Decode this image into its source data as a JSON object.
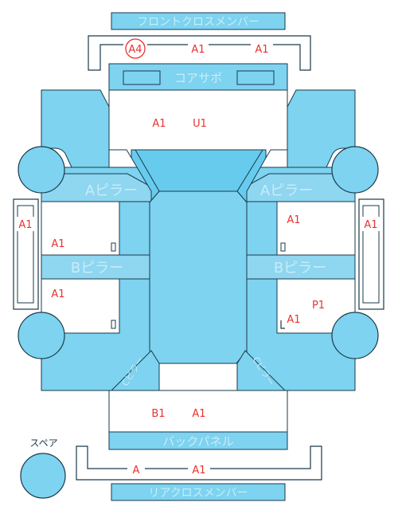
{
  "colors": {
    "panel": "#7dd3f0",
    "panel_dark": "#67cbee",
    "band": "#8fd6f0",
    "outline": "#1a3a4a",
    "band_text": "#c9ecf8",
    "mark_red": "#e8322f"
  },
  "parts": {
    "front_cross_member": "フロントクロスメンバー",
    "radiator_support": "コアサポ",
    "a_pillar_left": "Aピラー",
    "a_pillar_right": "Aピラー",
    "b_pillar_left": "Bピラー",
    "b_pillar_right": "Bピラー",
    "c_pillar_left": "Cピラー",
    "c_pillar_right": "Cピラー",
    "back_panel": "バックパネル",
    "rear_cross_member": "リアクロスメンバー",
    "spare": "スペア"
  },
  "marks": {
    "front_member_1": "A4",
    "front_member_2": "A1",
    "front_member_3": "A1",
    "hood_1": "A1",
    "hood_2": "U1",
    "left_rocker": "A1",
    "right_rocker": "A1",
    "front_left_door": "A1",
    "front_right_door": "A1",
    "rear_left_door": "A1",
    "rear_right_door_1": "P1",
    "rear_right_door_2": "A1",
    "trunk_1": "B1",
    "trunk_2": "A1",
    "rear_member_1": "A",
    "rear_member_2": "A1"
  }
}
